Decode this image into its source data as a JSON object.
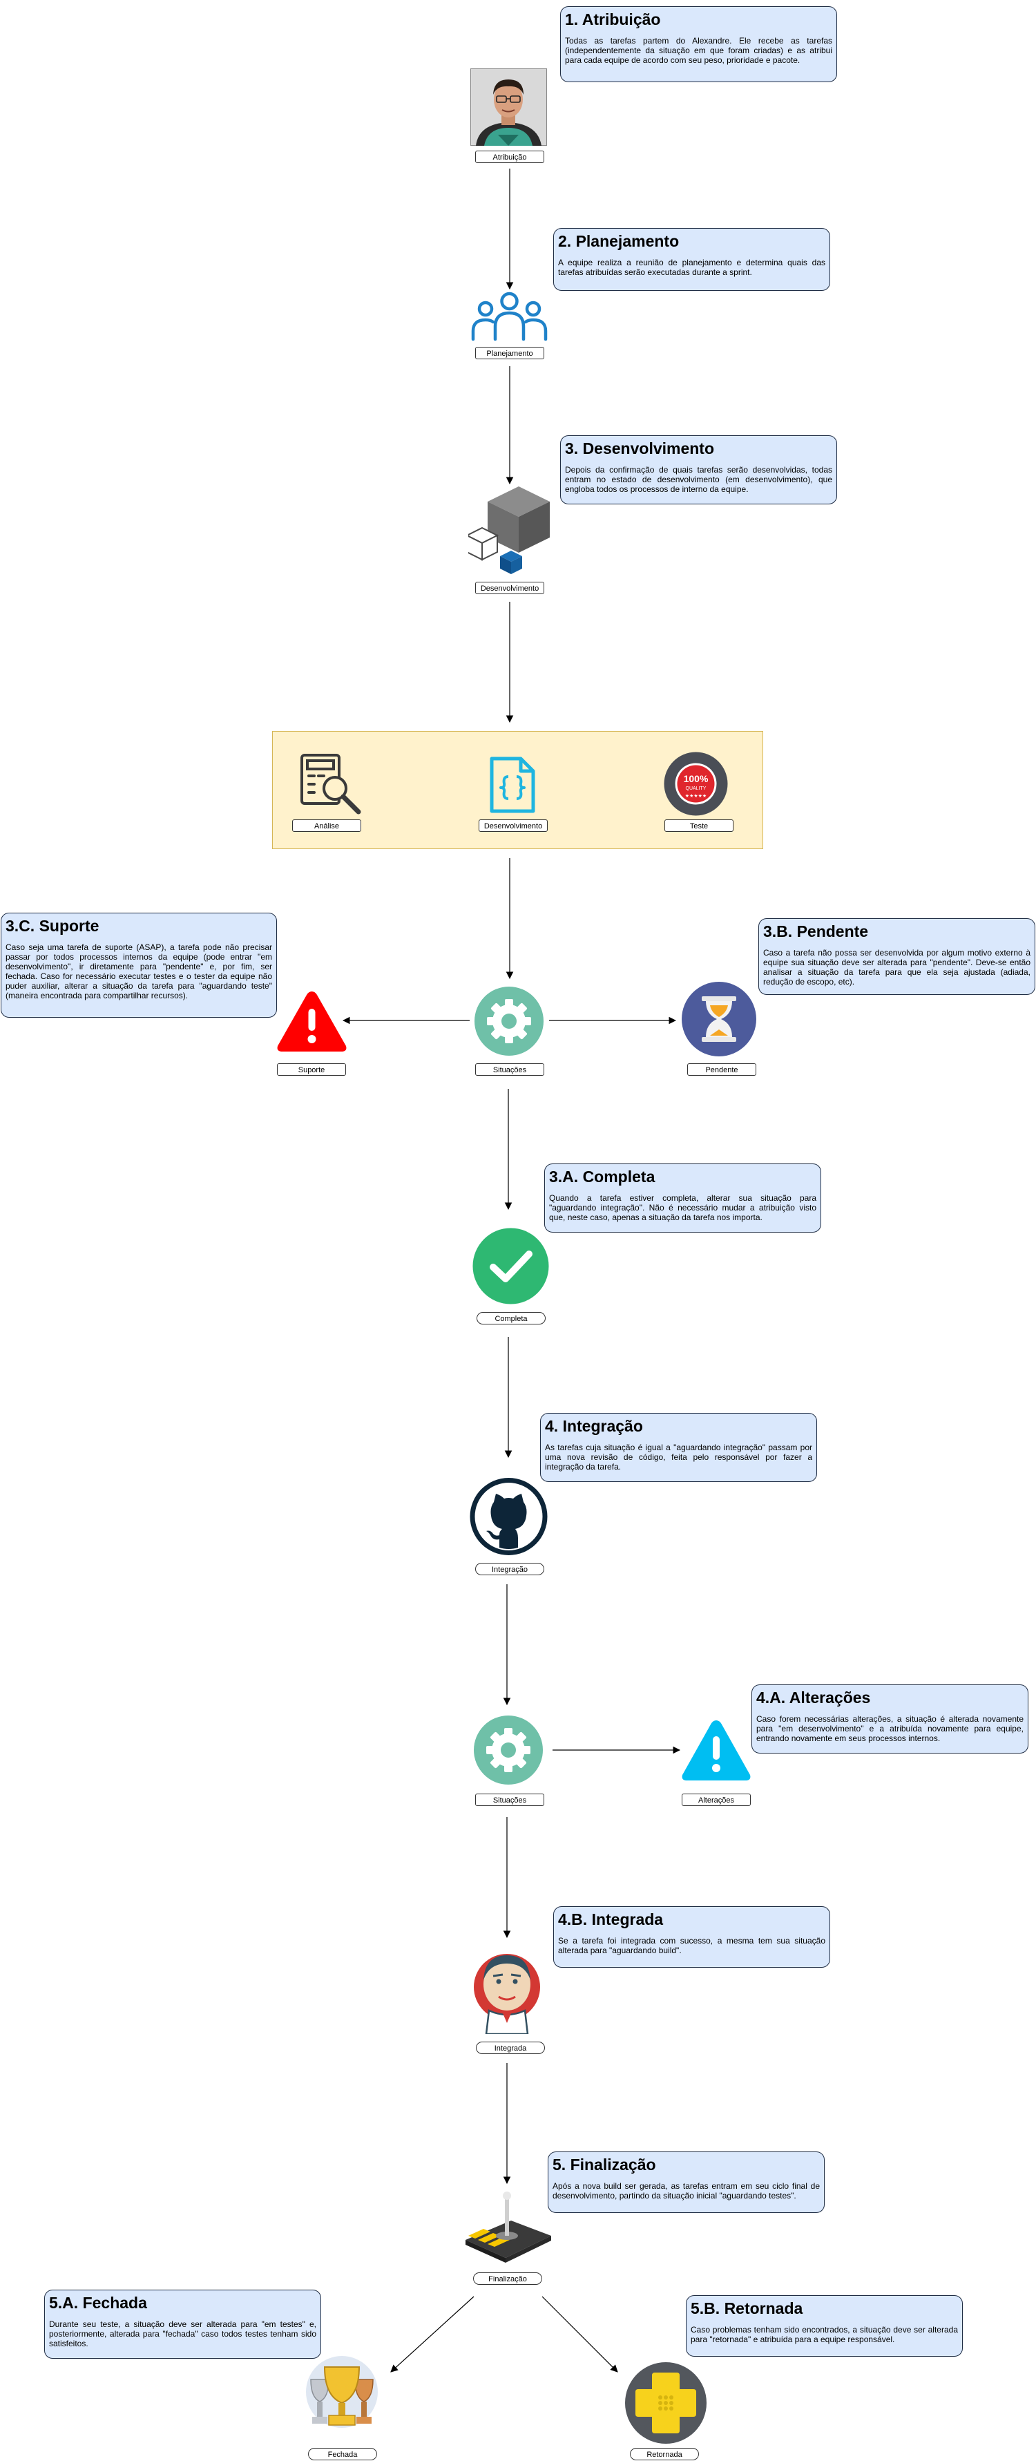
{
  "colors": {
    "note_fill": "#dae8fc",
    "group_fill": "#fff2cc",
    "team_blue": "#1f82c9",
    "gear_teal": "#6fc0a8",
    "warn_red": "#ff0000",
    "warn_blue": "#00bef2",
    "check_green": "#2eb872",
    "pending_purple": "#4d5b9c"
  },
  "notes": {
    "n1": {
      "title": "1. Atribuição",
      "text": "Todas as tarefas partem do Alexandre. Ele recebe as tarefas (independentemente da situação em que foram criadas) e as atribui para cada equipe de acordo com seu peso, prioridade e pacote."
    },
    "n2": {
      "title": "2. Planejamento",
      "text": "A equipe realiza a reunião de planejamento e determina quais das tarefas atribuídas serão executadas durante a sprint."
    },
    "n3": {
      "title": "3. Desenvolvimento",
      "text": "Depois da confirmação de quais tarefas serão desenvolvidas, todas entram no estado de desenvolvimento (em desenvolvimento), que engloba todos os processos de interno da equipe."
    },
    "n3c": {
      "title": "3.C. Suporte",
      "text": "Caso seja uma tarefa de suporte (ASAP), a tarefa pode não precisar passar por todos processos internos da equipe (pode entrar \"em desenvolvimento\", ir diretamente para \"pendente\" e, por fim, ser fechada. Caso for necessário executar testes e o tester da equipe não puder auxiliar, alterar a situação da tarefa para \"aguardando teste\" (maneira encontrada para compartilhar recursos)."
    },
    "n3b": {
      "title": "3.B. Pendente",
      "text": "Caso a tarefa não possa ser desenvolvida por algum motivo externo à equipe sua situação deve ser alterada para \"pendente\". Deve-se então analisar a situação da tarefa para que ela seja ajustada (adiada, redução de escopo, etc)."
    },
    "n3a": {
      "title": "3.A. Completa",
      "text": "Quando a tarefa estiver completa, alterar sua situação para \"aguardando integração\". Não é necessário mudar a atribuição visto que, neste caso, apenas a situação da tarefa nos importa."
    },
    "n4": {
      "title": "4. Integração",
      "text": "As tarefas cuja situação é igual a \"aguardando integração\" passam por uma nova revisão de código, feita pelo responsável por fazer a integração da tarefa."
    },
    "n4a": {
      "title": "4.A. Alterações",
      "text": "Caso forem necessárias alterações, a situação é alterada novamente para \"em desenvolvimento\" e a atribuída novamente para equipe, entrando novamente em seus processos internos."
    },
    "n4b": {
      "title": "4.B. Integrada",
      "text": "Se a tarefa foi integrada com sucesso, a mesma tem sua situação alterada para \"aguardando build\"."
    },
    "n5": {
      "title": "5. Finalização",
      "text": "Após a nova build ser gerada, as tarefas entram em seu ciclo final de desenvolvimento, partindo da situação inicial \"aguardando testes\"."
    },
    "n5a": {
      "title": "5.A. Fechada",
      "text": "Durante seu teste, a situação deve ser alterada para \"em testes\" e, posteriormente, alterada para \"fechada\" caso todos testes tenham sido satisfeitos."
    },
    "n5b": {
      "title": "5.B. Retornada",
      "text": "Caso problemas tenham sido encontrados, a situação deve ser alterada para \"retornada\" e atribuída para a equipe responsável."
    }
  },
  "labels": {
    "atribuicao": "Atribuição",
    "planejamento": "Planejamento",
    "desenvolvimento": "Desenvolvimento",
    "analise": "Análise",
    "desenvolvimento2": "Desenvolvimento",
    "teste": "Teste",
    "suporte": "Suporte",
    "situacoes": "Situações",
    "pendente": "Pendente",
    "completa": "Completa",
    "integracao": "Integração",
    "situacoes2": "Situações",
    "alteracoes": "Alterações",
    "integrada": "Integrada",
    "finalizacao": "Finalização",
    "fechada": "Fechada",
    "retornada": "Retornada"
  },
  "icons": {
    "avatar": "person-photo-icon",
    "team": "team-icon",
    "dev": "cubes-icon",
    "analysis": "calculator-magnifier-icon",
    "code": "code-file-icon",
    "test": "quality-badge-icon",
    "support": "red-warning-icon",
    "status": "gear-icon",
    "pending": "hourglass-icon",
    "complete": "check-circle-icon",
    "integration": "github-icon",
    "changes": "blue-warning-icon",
    "integrated": "jenkins-icon",
    "finalization": "joystick-icon",
    "closed": "trophy-icon",
    "returned": "plus-badge-icon"
  },
  "badge_text": {
    "top": "100%",
    "bottom": "QUALITY"
  }
}
